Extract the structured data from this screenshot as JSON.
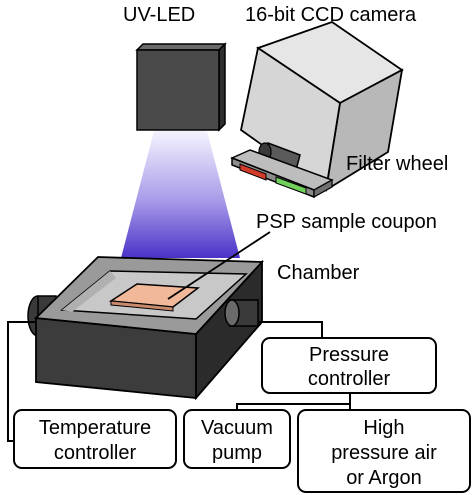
{
  "labels": {
    "uv_led": "UV-LED",
    "camera": "16-bit CCD camera",
    "filter_wheel": "Filter wheel",
    "psp_sample": "PSP sample coupon",
    "chamber": "Chamber"
  },
  "boxes": {
    "pressure_controller": [
      "Pressure",
      "controller"
    ],
    "temperature_controller": [
      "Temperature",
      "controller"
    ],
    "vacuum_pump": [
      "Vacuum",
      "pump"
    ],
    "high_pressure": [
      "High",
      "pressure air",
      "or Argon"
    ]
  },
  "colors": {
    "led_body": "#4a4a4a",
    "camera_body": "#d4d4d4",
    "chamber_body": "#3c3c3c",
    "chamber_lid": "#9a9a9a",
    "sample": "#f2b89a",
    "filter_red": "#d23a2a",
    "filter_green": "#6fd05a",
    "beam_top": "#f4f4ff",
    "beam_bottom": "#4b32c8"
  }
}
